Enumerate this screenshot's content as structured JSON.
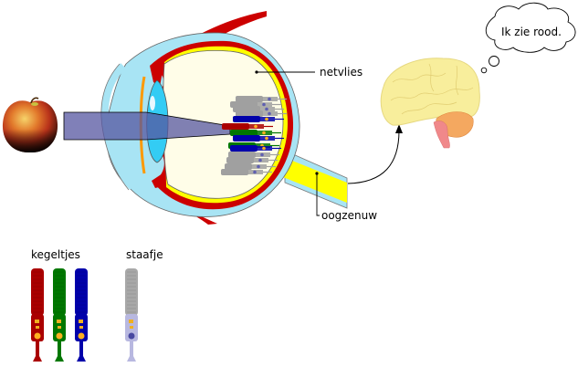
{
  "labels": {
    "retina": "netvlies",
    "optic_nerve": "oogzenuw",
    "thought": "Ik zie rood.",
    "cones": "kegeltjes",
    "rod": "staafje"
  },
  "icons": {
    "object": "apple-icon",
    "organ": "brain-icon",
    "thought": "thought-bubble-icon"
  },
  "colors": {
    "light_beam": "#7b7bb0",
    "sclera": "#a8e4f4",
    "choroid": "#cc0000",
    "retina": "#ffff00",
    "vitreous": "#fffde8",
    "lens": "#33ccf4",
    "iris": "#ff9900",
    "cone_red": "#aa0000",
    "cone_green": "#007700",
    "cone_blue": "#0000aa",
    "rod_gray": "#a0a0a0",
    "brain": "#f8ee9c",
    "cerebellum": "#f4a860",
    "brainstem": "#f0888a"
  },
  "cells": {
    "cones": [
      {
        "name": "red-cone",
        "color": "#aa0000"
      },
      {
        "name": "green-cone",
        "color": "#007700"
      },
      {
        "name": "blue-cone",
        "color": "#0000aa"
      }
    ],
    "rod": {
      "name": "rod",
      "color": "#a8a8a8"
    }
  }
}
